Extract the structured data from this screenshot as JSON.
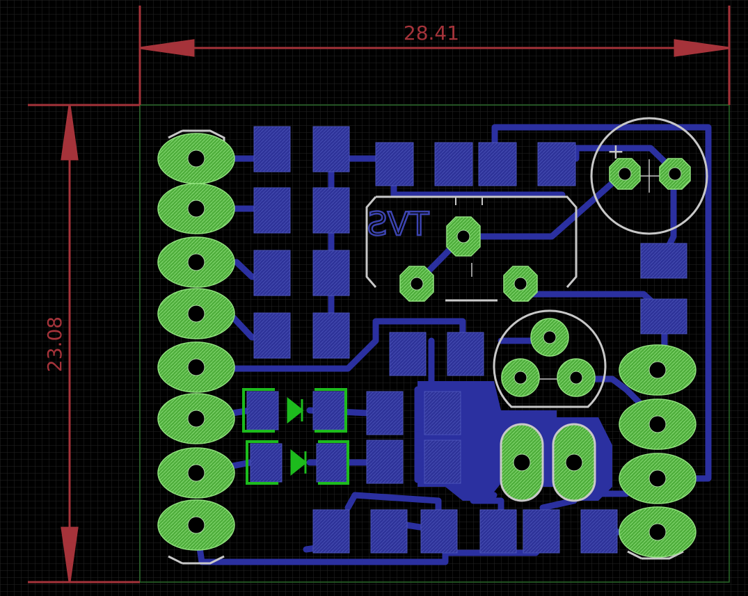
{
  "board": {
    "width_dimension": "28.41",
    "height_dimension": "23.08",
    "component_label": "TVS"
  },
  "colors": {
    "background": "#000000",
    "grid": "#2a2a2a",
    "dimension": "#a5333a",
    "copper_bottom": "#2b30a0",
    "pad_fill": "#39428f",
    "via_green": "#5ec24a",
    "silkscreen": "#c8c8c8",
    "led_outline": "#1dbb1d",
    "outline": "#2a6a2a"
  },
  "symbols": {
    "plus": "+"
  }
}
